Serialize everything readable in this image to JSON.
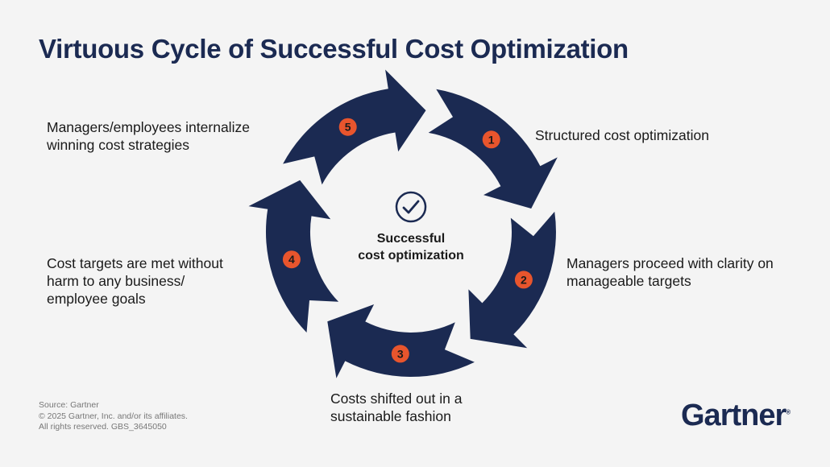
{
  "title": "Virtuous Cycle of Successful Cost Optimization",
  "center": {
    "line1": "Successful",
    "line2": "cost optimization",
    "icon": "check-circle-icon"
  },
  "steps": [
    {
      "number": "1",
      "text": "Structured cost optimization"
    },
    {
      "number": "2",
      "text": "Managers proceed with clarity on manageable targets"
    },
    {
      "number": "3",
      "text": "Costs shifted out in a sustainable fashion"
    },
    {
      "number": "4",
      "text": "Cost targets are met without harm to any business/ employee goals"
    },
    {
      "number": "5",
      "text": "Managers/employees internalize winning cost strategies"
    }
  ],
  "source": {
    "line1": "Source: Gartner",
    "line2": "© 2025 Gartner, Inc. and/or its affiliates.",
    "line3": "All rights reserved. GBS_3645050"
  },
  "logo": "Gartner",
  "colors": {
    "navy": "#1b2a52",
    "orange": "#e8552d",
    "background": "#f4f4f4"
  }
}
